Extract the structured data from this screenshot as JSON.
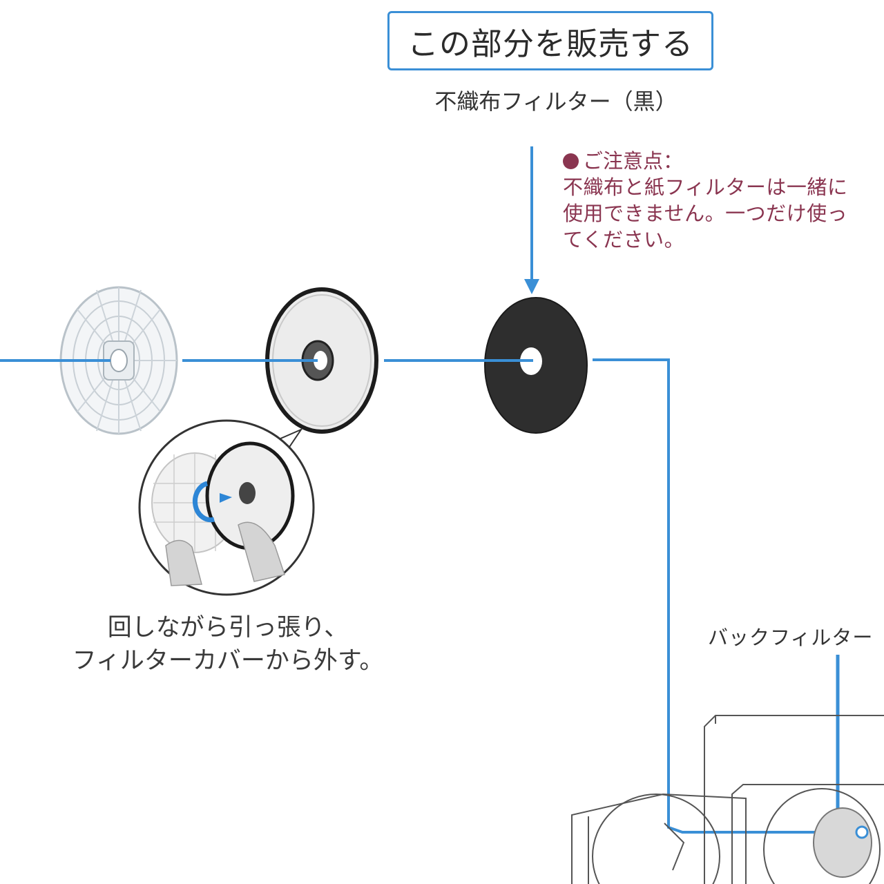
{
  "header": {
    "sale_label": "この部分を販売する",
    "product_name": "不織布フィルター（黒）"
  },
  "notice": {
    "title": "ご注意点：",
    "lines": [
      "不織布と紙フィルターは一緒に",
      "使用できません。一つだけ使っ",
      "てください。"
    ]
  },
  "instruction": {
    "lines": [
      "回しながら引っ張り、",
      "フィルターカバーから外す。"
    ]
  },
  "back_filter_label": "バックフィルター",
  "colors": {
    "accent_blue": "#3a8fd6",
    "notice_red": "#8a3550",
    "filter_black": "#2a2a2a"
  }
}
